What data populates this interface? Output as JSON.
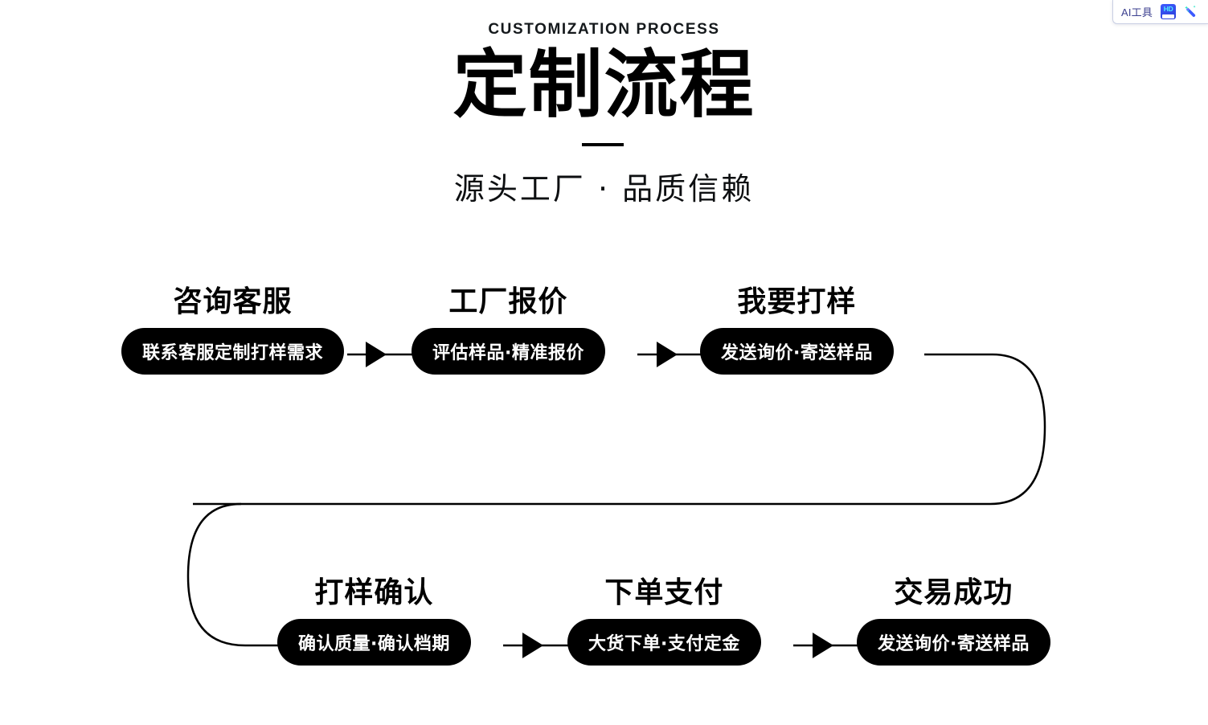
{
  "ai_widget": {
    "label": "AI工具",
    "hd_label": "HD",
    "hd_icon": "hd-badge-icon",
    "wand_icon": "magic-wand-icon"
  },
  "header": {
    "eyebrow": "CUSTOMIZATION PROCESS",
    "title": "定制流程",
    "subtitle": "源头工厂 · 品质信赖"
  },
  "flow": {
    "steps": [
      {
        "id": 1,
        "title": "咨询客服",
        "pill": "联系客服定制打样需求"
      },
      {
        "id": 2,
        "title": "工厂报价",
        "pill": "评估样品·精准报价"
      },
      {
        "id": 3,
        "title": "我要打样",
        "pill": "发送询价·寄送样品"
      },
      {
        "id": 4,
        "title": "打样确认",
        "pill": "确认质量·确认档期"
      },
      {
        "id": 5,
        "title": "下单支付",
        "pill": "大货下单·支付定金"
      },
      {
        "id": 6,
        "title": "交易成功",
        "pill": "发送询价·寄送样品"
      }
    ]
  },
  "colors": {
    "background": "#ffffff",
    "ink": "#000000",
    "pill_background": "#000000",
    "pill_text": "#ffffff",
    "widget_accent": "#3b3f8f",
    "hd_badge": "#3d5afe"
  }
}
